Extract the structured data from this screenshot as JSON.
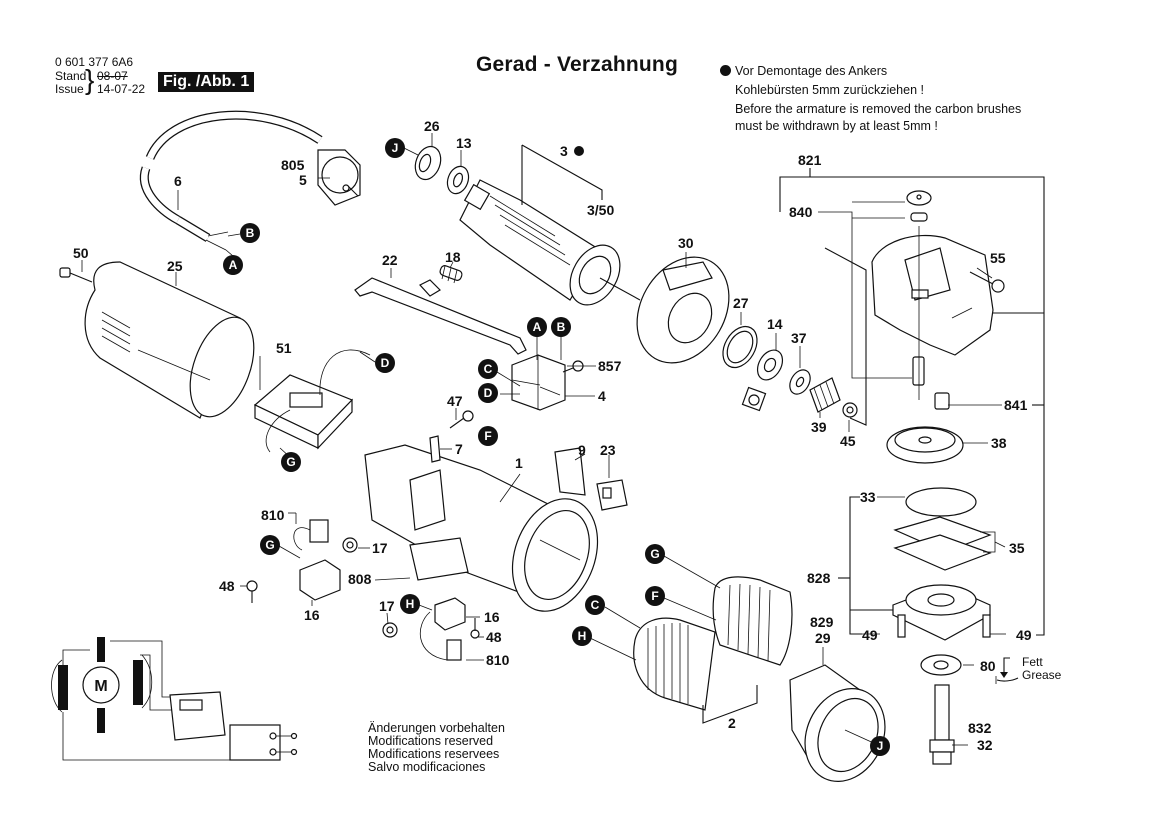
{
  "header": {
    "part_number": "0 601 377 6A6",
    "stand_label": "Stand",
    "issue_label": "Issue",
    "stand_date_struck": "08-07",
    "issue_date": "14-07-22",
    "figure_label": "Fig. /Abb. 1",
    "title": "Gerad - Verzahnung"
  },
  "note": {
    "de_line1": "Vor Demontage des Ankers",
    "de_line2": "Kohlebürsten 5mm zurückziehen !",
    "en_line1": "Before the armature is removed the carbon brushes",
    "en_line2": "must be withdrawn by at least 5mm !"
  },
  "modifications": {
    "de": "Änderungen vorbehalten",
    "en": "Modifications reserved",
    "fr": "Modifications reservees",
    "es": "Salvo modificaciones"
  },
  "grease_note": {
    "de": "Fett",
    "en": "Grease"
  },
  "wiring": {
    "motor_label": "M"
  },
  "part_labels": {
    "p26": "26",
    "p13": "13",
    "p3": "3",
    "p3_50": "3/50",
    "p805": "805",
    "p5": "5",
    "p6": "6",
    "p50": "50",
    "p25": "25",
    "p22": "22",
    "p18": "18",
    "p30": "30",
    "p27": "27",
    "p14": "14",
    "p37": "37",
    "p39": "39",
    "p45": "45",
    "p821": "821",
    "p840": "840",
    "p55": "55",
    "p841": "841",
    "p38": "38",
    "p33": "33",
    "p35": "35",
    "p828": "828",
    "p49a": "49",
    "p49b": "49",
    "p80": "80",
    "p832": "832",
    "p32": "32",
    "p829": "829",
    "p29": "29",
    "p2": "2",
    "p51": "51",
    "p857": "857",
    "p4": "4",
    "p47": "47",
    "p7": "7",
    "p1": "1",
    "p9": "9",
    "p23": "23",
    "p810a": "810",
    "p17a": "17",
    "p48a": "48",
    "p16a": "16",
    "p808": "808",
    "p17b": "17",
    "p16b": "16",
    "p48b": "48",
    "p810b": "810"
  },
  "connectors": {
    "J1": "J",
    "B1": "B",
    "A1": "A",
    "D1": "D",
    "G1": "G",
    "A2": "A",
    "B2": "B",
    "C1": "C",
    "D2": "D",
    "F1": "F",
    "G2": "G",
    "H1": "H",
    "G3": "G",
    "F2": "F",
    "C2": "C",
    "H2": "H",
    "J2": "J"
  }
}
